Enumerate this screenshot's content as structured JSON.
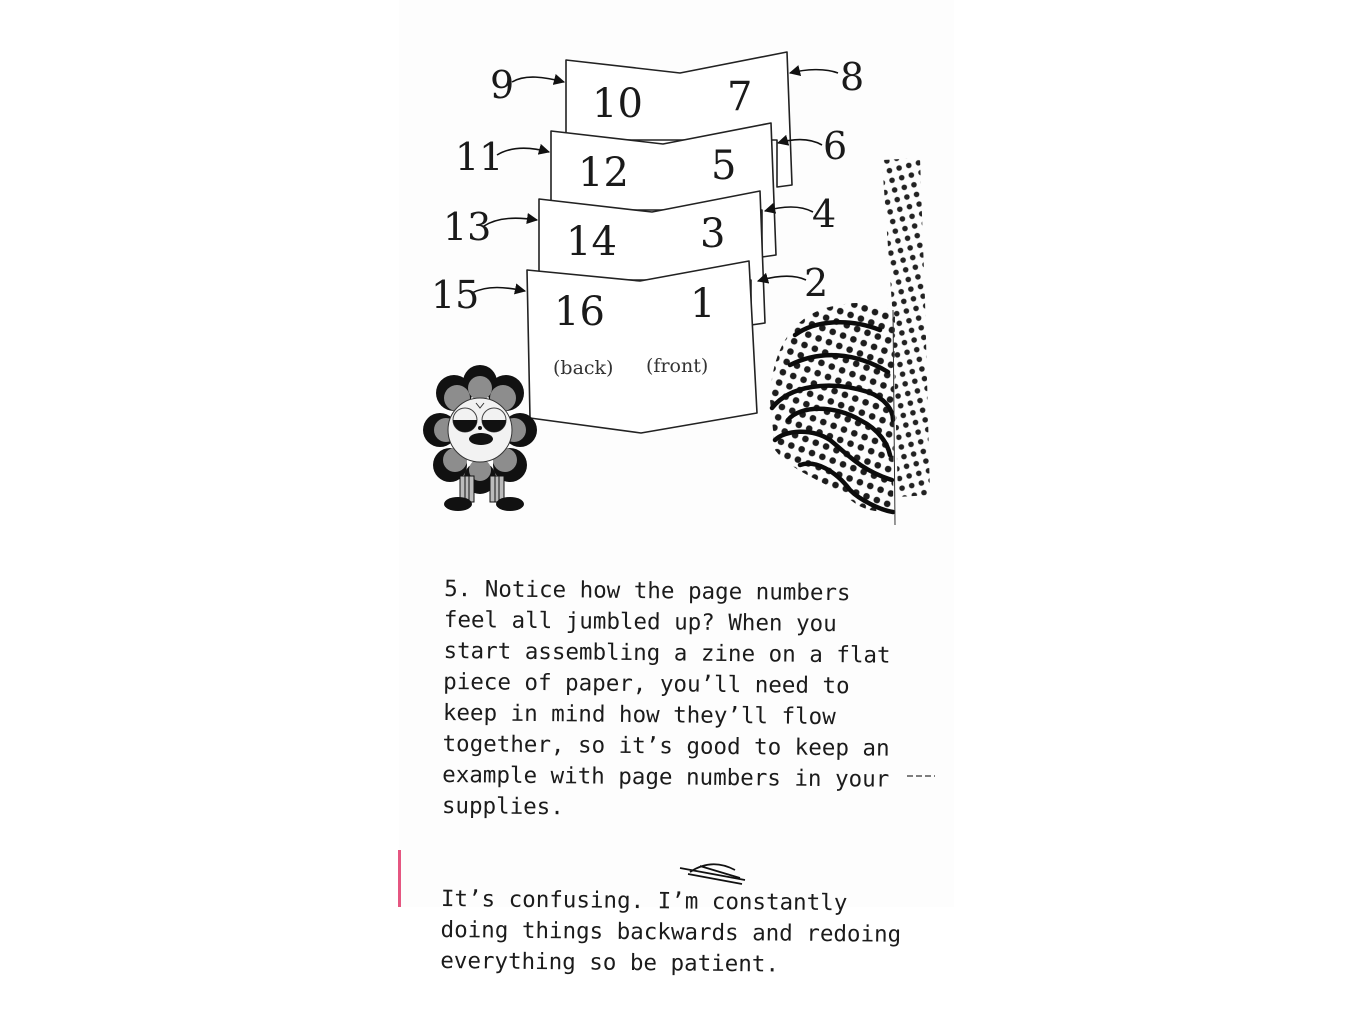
{
  "page": {
    "background_color": "#ffffff",
    "paper_color": "#fdfdfd",
    "accent_edge_color": "#e0386b"
  },
  "diagram": {
    "sheets": [
      {
        "left_page": "10",
        "right_page": "7",
        "left_arrow_label": "9",
        "right_arrow_label": "8"
      },
      {
        "left_page": "12",
        "right_page": "5",
        "left_arrow_label": "11",
        "right_arrow_label": "6"
      },
      {
        "left_page": "14",
        "right_page": "3",
        "left_arrow_label": "13",
        "right_arrow_label": "4"
      },
      {
        "left_page": "16",
        "right_page": "1",
        "left_arrow_label": "15",
        "right_arrow_label": "2"
      }
    ],
    "back_label": "(back)",
    "front_label": "(front)"
  },
  "illustrations": {
    "flower_character": "flower-character-icon",
    "halftone_brain": "halftone-brain-icon",
    "halftone_strip": "halftone-strip-icon",
    "scribble": "scribble-mark-icon"
  },
  "text": {
    "paragraph_1": "5. Notice how the page numbers\nfeel all jumbled up? When you\nstart assembling a zine on a flat\npiece of paper, you’ll need to\nkeep in mind how they’ll flow\ntogether, so it’s good to keep an\nexample with page numbers in your\nsupplies.",
    "paragraph_2": "It’s confusing. I’m constantly\ndoing things backwards and redoing\neverything so be patient."
  }
}
